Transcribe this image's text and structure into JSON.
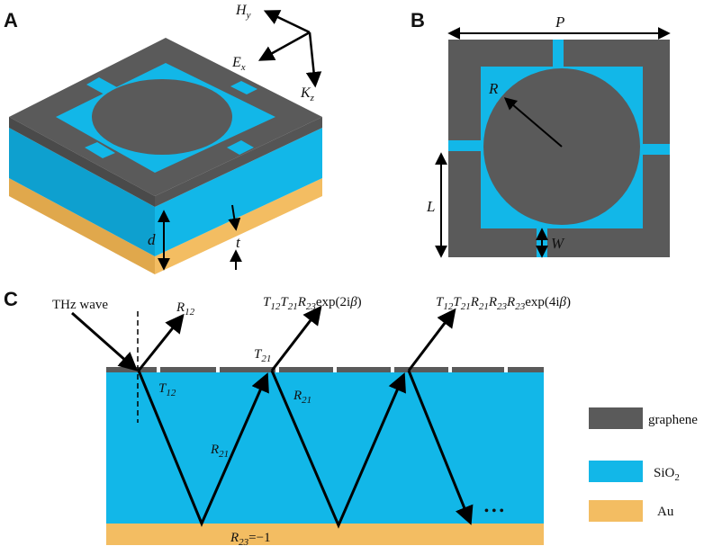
{
  "panels": {
    "a": "A",
    "b": "B",
    "c": "C"
  },
  "panel_a": {
    "h_base": "H",
    "h_sub": "y",
    "e_base": "E",
    "e_sub": "x",
    "k_base": "K",
    "k_sub": "z",
    "d": "d",
    "t": "t"
  },
  "panel_b": {
    "p": "P",
    "r": "R",
    "l": "L",
    "w": "W"
  },
  "panel_c": {
    "thz": "THz wave",
    "r12_base": "R",
    "r12_sub": "12",
    "t21_base": "T",
    "t21_sub": "21",
    "t12_base": "T",
    "t12_sub": "12",
    "r21a_base": "R",
    "r21a_sub": "21",
    "r21b_base": "R",
    "r21b_sub": "21",
    "r23_base": "R",
    "r23_sub": "23",
    "r23_val": "=−1",
    "e1_t1": "T",
    "e1_s1": "12",
    "e1_t2": "T",
    "e1_s2": "21",
    "e1_r": "R",
    "e1_s3": "23",
    "e1_exp": "exp(2i",
    "e1_beta": "β",
    "e1_close": ")",
    "e2_t1": "T",
    "e2_s1": "12",
    "e2_t2": "T",
    "e2_s2": "21",
    "e2_r1": "R",
    "e2_s3": "21",
    "e2_r2": "R",
    "e2_s4": "23",
    "e2_r3": "R",
    "e2_s5": "23",
    "e2_exp": "exp(4i",
    "e2_beta": "β",
    "e2_close": ")",
    "dots": "• • •"
  },
  "legend": {
    "graphene": "graphene",
    "sio2_base": "SiO",
    "sio2_sub": "2",
    "au": "Au"
  },
  "colors": {
    "graphene": "#5a5a5a",
    "sio2": "#12b7e8",
    "sio2_side": "#0ea0cf",
    "au": "#f3bd62",
    "au_side": "#e0a84c"
  }
}
